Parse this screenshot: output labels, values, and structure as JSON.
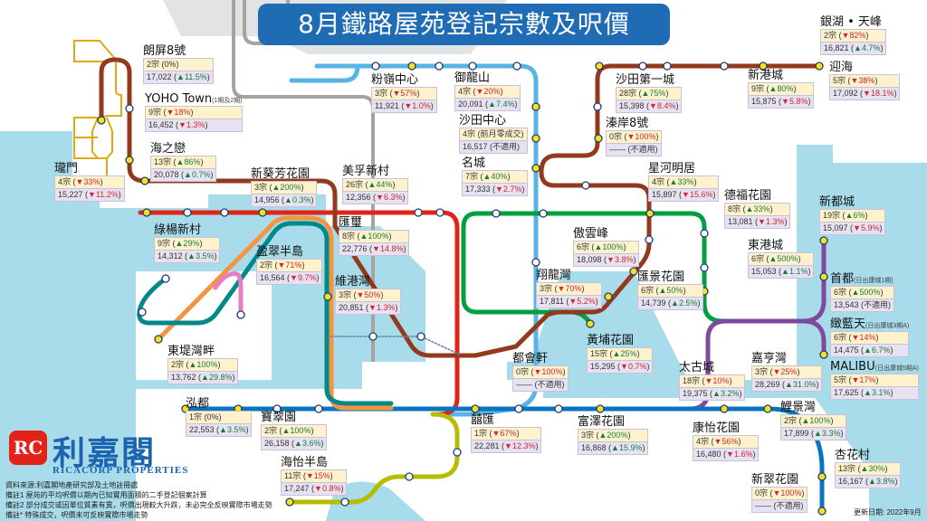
{
  "title": "8月鐵路屋苑登記宗數及呎價",
  "update_date": "更新日期: 2022年9月",
  "logo": {
    "cn": "利嘉閣",
    "en": "RICACORP PROPERTIES",
    "mark": "RC"
  },
  "notes": [
    "資料來源:利嘉閣地產研究部及土地註冊處",
    "備註1 屋苑的平均呎價以期內已知實用面積的二手登記個案計算",
    "備註2 部分成交或因單位質素有異，呎價出現較大升跌，未必完全反映實際市場走勢",
    "備註* 特殊成交，呎價未可反映實際市場走勢"
  ],
  "colors": {
    "tuen_ma": "#93391e",
    "east_rail": "#58b4e6",
    "tsuen_wan": "#e2231a",
    "kwun_tong": "#00a040",
    "tseung_kwan_o": "#7d4a9e",
    "island": "#0a74c0",
    "tung_chung": "#f3953f",
    "airport": "#00898a",
    "disneyland": "#ea7cc4",
    "south_island": "#b6bd00",
    "light_rail": "#dcab10",
    "sea": "#a8dcea",
    "title": "#1f6cb4"
  },
  "stations": [
    {
      "name": "朗屏8號",
      "sub": "",
      "count": "2宗",
      "count_chg": "0%",
      "price": "17,022",
      "price_chg": "▲11.5%"
    },
    {
      "name": "YOHO Town",
      "sub": "(1期及2期)",
      "count": "9宗",
      "count_chg": "▼18%",
      "price": "16,452",
      "price_chg": "▼1.3%"
    },
    {
      "name": "海之戀",
      "sub": "",
      "count": "13宗",
      "count_chg": "▲86%",
      "price": "20,078",
      "price_chg": "▲0.7%"
    },
    {
      "name": "瓏門",
      "sub": "",
      "count": "4宗",
      "count_chg": "▼33%",
      "price": "15,227",
      "price_chg": "▼11.2%"
    },
    {
      "name": "新葵芳花園",
      "sub": "",
      "count": "3宗",
      "count_chg": "▲200%",
      "price": "14,956",
      "price_chg": "▲0.3%"
    },
    {
      "name": "美孚新村",
      "sub": "",
      "count": "26宗",
      "count_chg": "▲44%",
      "price": "12,356",
      "price_chg": "▼6.3%"
    },
    {
      "name": "粉嶺中心",
      "sub": "",
      "count": "3宗",
      "count_chg": "▼57%",
      "price": "11,921",
      "price_chg": "▼1.0%"
    },
    {
      "name": "御龍山",
      "sub": "",
      "count": "4宗",
      "count_chg": "▼20%",
      "price": "20,091",
      "price_chg": "▲7.4%"
    },
    {
      "name": "沙田中心",
      "sub": "",
      "count": "4宗",
      "count_chg": "前月零成交",
      "price": "16,517",
      "price_chg": "不適用"
    },
    {
      "name": "名城",
      "sub": "",
      "count": "7宗",
      "count_chg": "▲40%",
      "price": "17,333",
      "price_chg": "▼2.7%"
    },
    {
      "name": "沙田第一城",
      "sub": "",
      "count": "28宗",
      "count_chg": "▲75%",
      "price": "15,398",
      "price_chg": "▼8.4%"
    },
    {
      "name": "溱岸8號",
      "sub": "",
      "count": "0宗",
      "count_chg": "▼100%",
      "price": "——",
      "price_chg": "不適用"
    },
    {
      "name": "星河明居",
      "sub": "",
      "count": "4宗",
      "count_chg": "▲33%",
      "price": "15,897",
      "price_chg": "▼15.6%"
    },
    {
      "name": "銀湖 • 天峰",
      "sub": "",
      "count": "2宗",
      "count_chg": "▼82%",
      "price": "16,821",
      "price_chg": "▲4.7%"
    },
    {
      "name": "新港城",
      "sub": "",
      "count": "9宗",
      "count_chg": "▲80%",
      "price": "15,875",
      "price_chg": "▼5.8%"
    },
    {
      "name": "迎海",
      "sub": "",
      "count": "5宗",
      "count_chg": "▼38%",
      "price": "17,092",
      "price_chg": "▼18.1%"
    },
    {
      "name": "德福花園",
      "sub": "",
      "count": "8宗",
      "count_chg": "▲33%",
      "price": "13,081",
      "price_chg": "▼1.3%"
    },
    {
      "name": "新都城",
      "sub": "",
      "count": "19宗",
      "count_chg": "▲6%",
      "price": "15,097",
      "price_chg": "▼5.9%"
    },
    {
      "name": "綠楊新村",
      "sub": "",
      "count": "9宗",
      "count_chg": "▲29%",
      "price": "14,312",
      "price_chg": "▲3.5%"
    },
    {
      "name": "盈翠半島",
      "sub": "",
      "count": "2宗",
      "count_chg": "▼71%",
      "price": "16,564",
      "price_chg": "▼9.7%"
    },
    {
      "name": "匯璽",
      "sub": "",
      "count": "8宗",
      "count_chg": "▲100%",
      "price": "22,776",
      "price_chg": "▼14.8%"
    },
    {
      "name": "維港灣",
      "sub": "",
      "count": "3宗",
      "count_chg": "▼50%",
      "price": "20,851",
      "price_chg": "▼1.3%"
    },
    {
      "name": "東堤灣畔",
      "sub": "",
      "count": "2宗",
      "count_chg": "▲100%",
      "price": "13,762",
      "price_chg": "▲29.8%"
    },
    {
      "name": "傲雲峰",
      "sub": "",
      "count": "6宗",
      "count_chg": "▲100%",
      "price": "18,098",
      "price_chg": "▼3.8%"
    },
    {
      "name": "翔龍灣",
      "sub": "",
      "count": "3宗",
      "count_chg": "▼70%",
      "price": "17,811",
      "price_chg": "▼5.2%"
    },
    {
      "name": "匯景花園",
      "sub": "",
      "count": "6宗",
      "count_chg": "▲50%",
      "price": "14,739",
      "price_chg": "▲2.5%"
    },
    {
      "name": "東港城",
      "sub": "",
      "count": "6宗",
      "count_chg": "▲500%",
      "price": "15,053",
      "price_chg": "▲1.1%"
    },
    {
      "name": "首都",
      "sub": "(日出康城1期)",
      "count": "6宗",
      "count_chg": "▲500%",
      "price": "13,543",
      "price_chg": "不適用"
    },
    {
      "name": "緻藍天",
      "sub": "(日出康城3期A)",
      "count": "6宗",
      "count_chg": "▼14%",
      "price": "14,475",
      "price_chg": "▲6.7%"
    },
    {
      "name": "黃埔花園",
      "sub": "",
      "count": "15宗",
      "count_chg": "▲25%",
      "price": "15,295",
      "price_chg": "▼0.7%"
    },
    {
      "name": "都會軒",
      "sub": "",
      "count": "0宗",
      "count_chg": "▼100%",
      "price": "——",
      "price_chg": "不適用"
    },
    {
      "name": "太古城",
      "sub": "",
      "count": "18宗",
      "count_chg": "▼10%",
      "price": "19,375",
      "price_chg": "▲3.2%"
    },
    {
      "name": "嘉亨灣",
      "sub": "",
      "count": "3宗",
      "count_chg": "▼25%",
      "price": "28,269",
      "price_chg": "▲31.0%"
    },
    {
      "name": "MALIBU",
      "sub": "(日出康城5期A)",
      "count": "5宗",
      "count_chg": "▼17%",
      "price": "17,625",
      "price_chg": "▲3.1%"
    },
    {
      "name": "泓都",
      "sub": "",
      "count": "1宗",
      "count_chg": "0%",
      "price": "22,553",
      "price_chg": "▲3.5%"
    },
    {
      "name": "寶翠園",
      "sub": "",
      "count": "2宗",
      "count_chg": "▲100%",
      "price": "26,158",
      "price_chg": "▲3.6%"
    },
    {
      "name": "海怡半島",
      "sub": "",
      "count": "11宗",
      "count_chg": "▼15%",
      "price": "17,247",
      "price_chg": "▼0.8%"
    },
    {
      "name": "囍匯",
      "sub": "",
      "count": "1宗",
      "count_chg": "▼67%",
      "price": "22,281",
      "price_chg": "▼12.3%"
    },
    {
      "name": "富澤花園",
      "sub": "",
      "count": "3宗",
      "count_chg": "▲200%",
      "price": "16,868",
      "price_chg": "▲15.9%"
    },
    {
      "name": "康怡花園",
      "sub": "",
      "count": "4宗",
      "count_chg": "▼56%",
      "price": "16,480",
      "price_chg": "▼1.6%"
    },
    {
      "name": "鯉景灣",
      "sub": "",
      "count": "2宗",
      "count_chg": "▲100%",
      "price": "17,899",
      "price_chg": "▲3.3%"
    },
    {
      "name": "杏花村",
      "sub": "",
      "count": "13宗",
      "count_chg": "▲30%",
      "price": "16,167",
      "price_chg": "▲3.8%"
    },
    {
      "name": "新翠花園",
      "sub": "",
      "count": "0宗",
      "count_chg": "▼100%",
      "price": "——",
      "price_chg": "不適用"
    }
  ]
}
